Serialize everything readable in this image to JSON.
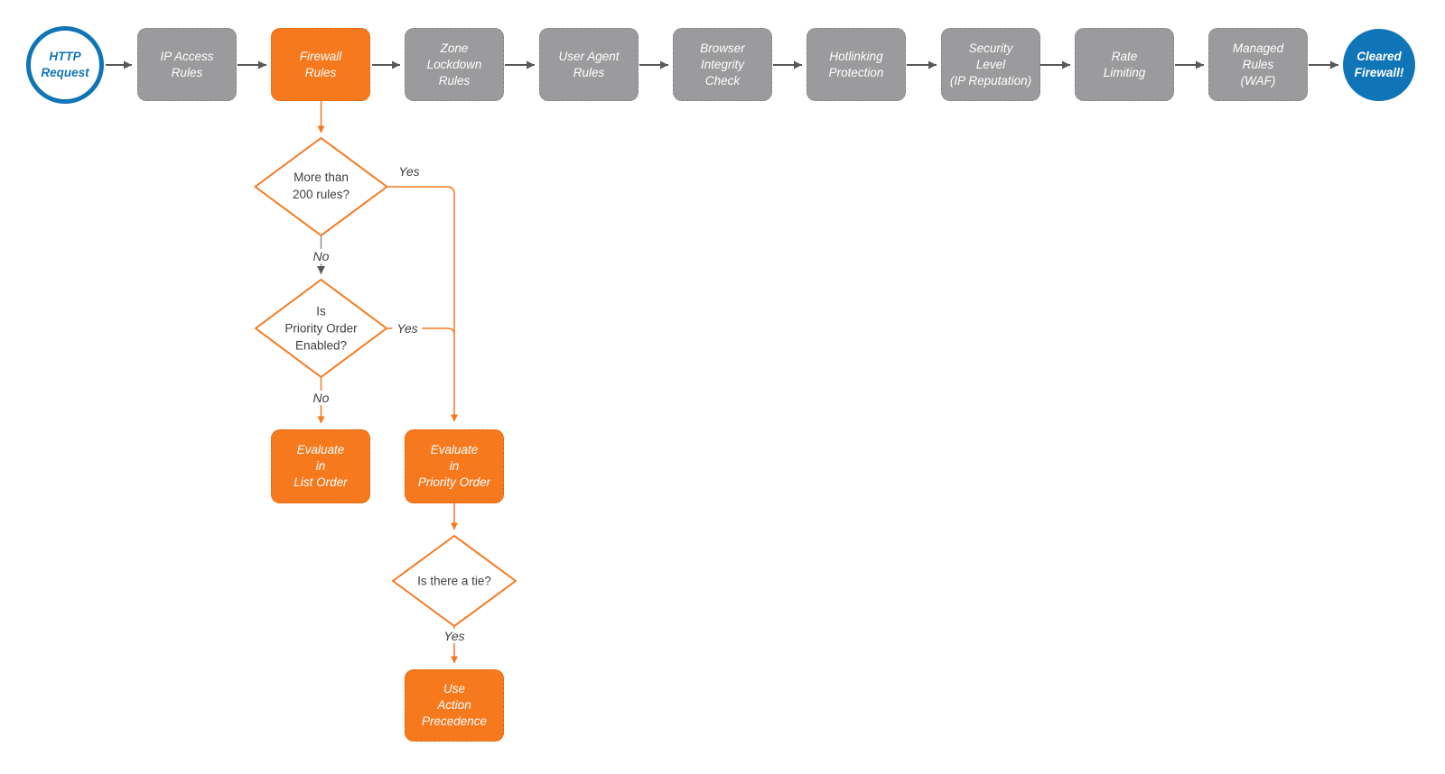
{
  "colors": {
    "accent_orange": "#F7791E",
    "node_gray": "#9B9B9D",
    "accent_blue": "#1075B6",
    "connector_gray": "#58585A",
    "text_dark": "#3F3F3F",
    "text_light": "#FFFFFF"
  },
  "pipeline": {
    "start_label": "HTTP\nRequest",
    "steps": [
      {
        "label": "IP Access\nRules"
      },
      {
        "label": "Firewall\nRules"
      },
      {
        "label": "Zone\nLockdown\nRules"
      },
      {
        "label": "User Agent\nRules"
      },
      {
        "label": "Browser\nIntegrity\nCheck"
      },
      {
        "label": "Hotlinking\nProtection"
      },
      {
        "label": "Security\nLevel\n(IP Reputation)"
      },
      {
        "label": "Rate\nLimiting"
      },
      {
        "label": "Managed\nRules\n(WAF)"
      }
    ],
    "end_label": "Cleared\nFirewall!"
  },
  "decision_tree": {
    "d1": {
      "question": "More than\n200 rules?",
      "yes": "Yes",
      "no": "No"
    },
    "d2": {
      "question": "Is\nPriority Order\nEnabled?",
      "yes": "Yes",
      "no": "No"
    },
    "d3": {
      "question": "Is there a tie?",
      "yes": "Yes"
    },
    "evaluate_list_label": "Evaluate\nin\nList Order",
    "evaluate_priority_label": "Evaluate\nin\nPriority Order",
    "use_action_label": "Use\nAction\nPrecedence"
  }
}
